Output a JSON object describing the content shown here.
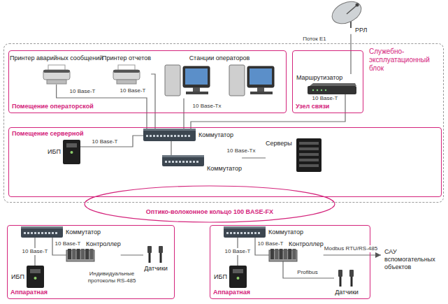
{
  "diagram": {
    "nodes": [
      {
        "text": [
          "РРЛ"
        ]
      },
      {
        "text": [
          "Служебно-эксплуатационный блок"
        ]
      },
      {
        "text": [
          "Помещение операторской"
        ],
        "in": 1
      },
      {
        "text": [
          "Принтер аварийных сообщений"
        ],
        "in": 2
      },
      {
        "text": [
          "Принтер отчетов"
        ],
        "in": 2
      },
      {
        "text": [
          "Станции операторов"
        ],
        "in": 2
      },
      {
        "text": [
          "Узел связи"
        ],
        "in": 1
      },
      {
        "text": [
          "Маршрутизатор"
        ],
        "in": 6
      },
      {
        "text": [
          "Помещение серверной"
        ],
        "in": 1
      },
      {
        "text": [
          "ИБП"
        ],
        "in": 8
      },
      {
        "text": [
          "Коммутатор"
        ],
        "in": 8
      },
      {
        "text": [
          "Коммутатор"
        ],
        "in": 8
      },
      {
        "text": [
          "Серверы"
        ],
        "in": 8
      },
      {
        "text": [
          "Оптико-волоконное кольцо 100 BASE-FX"
        ]
      },
      {
        "text": [
          "Аппаратная"
        ]
      },
      {
        "text": [
          "Коммутатор"
        ],
        "in": 14
      },
      {
        "text": [
          "ИБП"
        ],
        "in": 14
      },
      {
        "text": [
          "Контроллер"
        ],
        "in": 14
      },
      {
        "text": [
          "Датчики"
        ],
        "in": 14
      },
      {
        "text": [
          "Аппаратная"
        ]
      },
      {
        "text": [
          "Коммутатор"
        ],
        "in": 19
      },
      {
        "text": [
          "ИБП"
        ],
        "in": 19
      },
      {
        "text": [
          "Контроллер"
        ],
        "in": 19
      },
      {
        "text": [
          "Датчики"
        ],
        "in": 19
      },
      {
        "text": [
          "САУ вспомогательных объектов"
        ]
      }
    ],
    "edges": [
      {
        "from": 0,
        "to": 7,
        "label": "Поток E1",
        "arrow": "none"
      },
      {
        "from": 3,
        "to": 10,
        "label": "10 Base-T",
        "arrow": "none"
      },
      {
        "from": 4,
        "to": 10,
        "label": "10 Base-T",
        "arrow": "none"
      },
      {
        "from": 5,
        "to": 10,
        "label": "10 Base-Tx",
        "arrow": "none"
      },
      {
        "from": 7,
        "to": 10,
        "label": "10 Base-T",
        "arrow": "none"
      },
      {
        "from": 9,
        "to": 10,
        "label": "10 Base-T",
        "arrow": "none"
      },
      {
        "from": 10,
        "to": 11,
        "arrow": "none"
      },
      {
        "from": 11,
        "to": 12,
        "label": "10 Base-Tx",
        "arrow": "none"
      },
      {
        "from": 15,
        "to": 16,
        "label": "10 Base-T",
        "arrow": "none"
      },
      {
        "from": 15,
        "to": 17,
        "label": "10 Base-T",
        "arrow": "none"
      },
      {
        "from": 17,
        "to": 18,
        "label": "Индивидуальные протоколы RS-485",
        "arrow": "none"
      },
      {
        "from": 20,
        "to": 21,
        "label": "10 Base-T",
        "arrow": "none"
      },
      {
        "from": 20,
        "to": 22,
        "label": "10 Base-T",
        "arrow": "none"
      },
      {
        "from": 22,
        "to": 24,
        "label": "Modbus RTU/RS-485",
        "arrow": "to"
      },
      {
        "from": 22,
        "to": 23,
        "label": "Profibus",
        "arrow": "none"
      }
    ]
  }
}
